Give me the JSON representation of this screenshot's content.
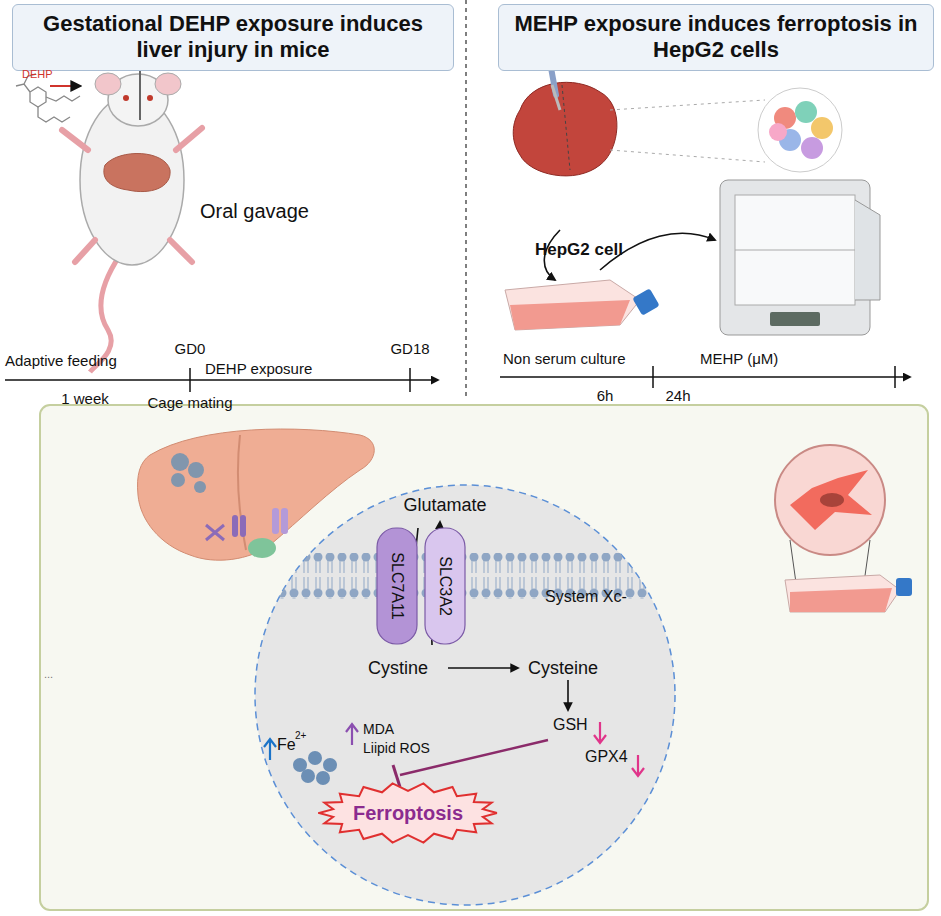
{
  "diagram": {
    "nodes": [
      {
        "text": [
          "Gestational DEHP exposure induces liver injury in mice"
        ]
      },
      {
        "text": [
          "MEHP exposure induces ferroptosis in HepG2 cells"
        ]
      },
      {
        "text": [
          "SLC7A11"
        ]
      },
      {
        "text": [
          "SLC3A2"
        ]
      },
      {
        "text": [
          "Ferroptosis"
        ]
      }
    ],
    "labels": [
      "DEHP",
      "Oral gavage",
      "Adaptive feeding",
      "GD0",
      "DEHP exposure",
      "GD18",
      "1 week",
      "Cage mating",
      "HepG2 cell",
      "Non serum culture",
      "6h",
      "MEHP (μM)",
      "24h",
      "Glutamate",
      "System Xc-",
      "Cystine",
      "Cysteine",
      "Fe",
      "2+",
      "MDA",
      "Liipid ROS",
      "GSH",
      "GPX4",
      "..."
    ]
  }
}
